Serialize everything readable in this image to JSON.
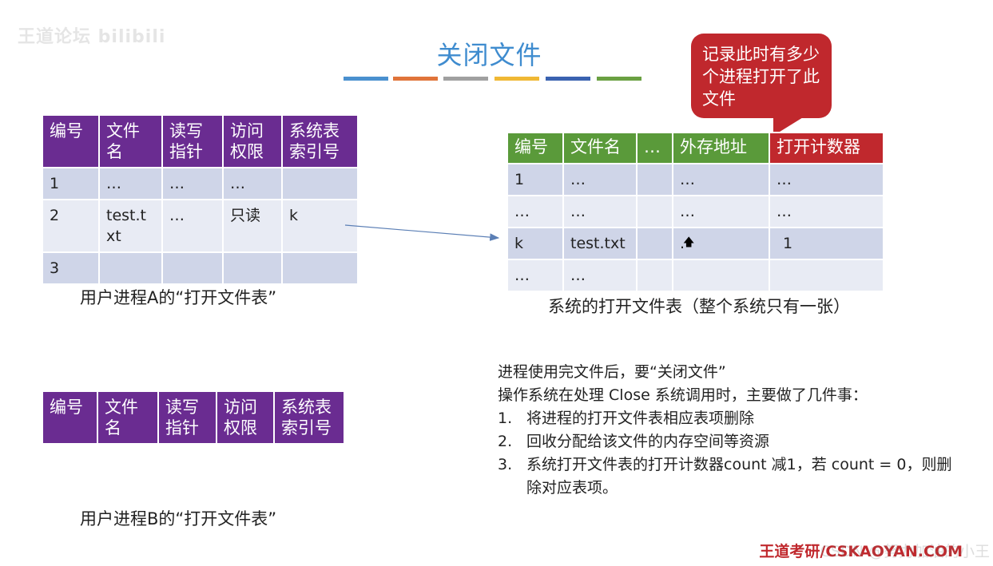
{
  "watermark": "王道论坛 bilibili",
  "title": "关闭文件",
  "title_bar_colors": [
    "#4a90cf",
    "#e0743a",
    "#a0a0a0",
    "#f0b834",
    "#3a62b0",
    "#6aa042"
  ],
  "callout": {
    "text": "记录此时有多少个进程打开了此文件",
    "color": "#c0282d"
  },
  "table_a": {
    "headers": [
      "编号",
      "文件名",
      "读写指针",
      "访问权限",
      "系统表索引号"
    ],
    "rows": [
      [
        "1",
        "…",
        "…",
        "…",
        ""
      ],
      [
        "2",
        "test.txt",
        "…",
        "只读",
        "k"
      ],
      [
        "3",
        "",
        "",
        "",
        ""
      ]
    ],
    "caption": "用户进程A的“打开文件表”"
  },
  "table_sys": {
    "headers": [
      "编号",
      "文件名",
      "…",
      "外存地址",
      "打开计数器"
    ],
    "rows": [
      [
        "1",
        "…",
        "",
        "…",
        "…"
      ],
      [
        "…",
        "…",
        "",
        "…",
        "…"
      ],
      [
        "k",
        "test.txt",
        "",
        ".",
        "1"
      ],
      [
        "…",
        "…",
        "",
        "",
        ""
      ]
    ],
    "caption": "系统的打开文件表（整个系统只有一张）"
  },
  "table_b": {
    "headers": [
      "编号",
      "文件名",
      "读写指针",
      "访问权限",
      "系统表索引号"
    ],
    "caption": "用户进程B的“打开文件表”"
  },
  "notes": {
    "line1": "进程使用完文件后，要“关闭文件”",
    "line2": "操作系统在处理 Close 系统调用时，主要做了几件事：",
    "items": [
      {
        "num": "1.",
        "text": "将进程的打开文件表相应表项删除"
      },
      {
        "num": "2.",
        "text": "回收分配给该文件的内存空间等资源"
      },
      {
        "num": "3.",
        "text": "系统打开文件表的打开计数器count 减1，若 count = 0，则删除对应表项。"
      }
    ]
  },
  "brand": "王道考研/CSKAOYAN.COM",
  "csdn_watermark": "CSDN @努力加油的小王",
  "colors": {
    "title": "#3f8ccf",
    "purple_header": "#6a2c91",
    "green_header": "#5a9a3a",
    "accent_red": "#c0282d"
  }
}
